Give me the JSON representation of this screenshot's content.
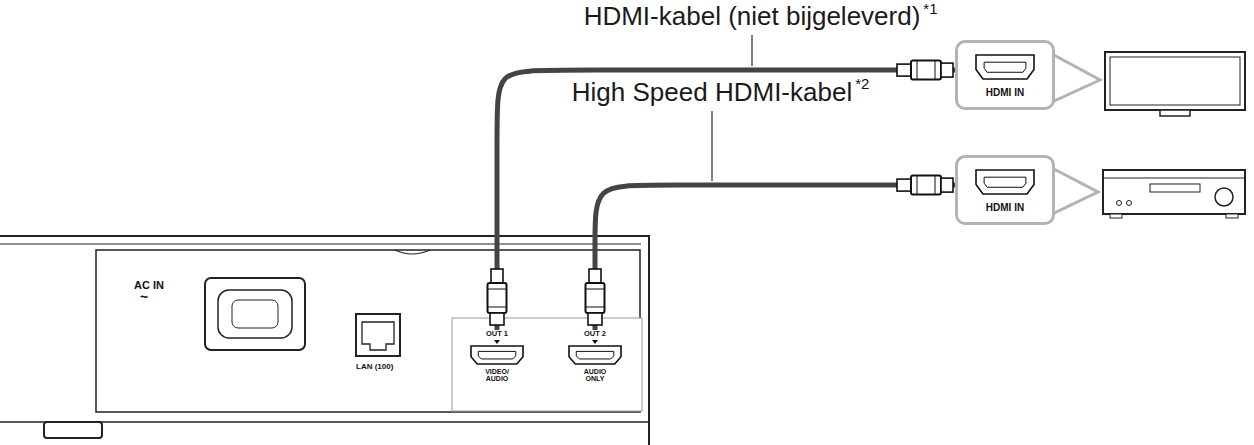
{
  "diagram": {
    "nodes": [
      {
        "text": [
          "OUT 1",
          "VIDEO/ AUDIO"
        ]
      },
      {
        "text": [
          "OUT 2",
          "AUDIO ONLY"
        ]
      },
      {
        "text": [
          "HDMI IN"
        ]
      },
      {
        "text": [
          "HDMI IN"
        ]
      }
    ],
    "edges": [
      {
        "from": 0,
        "to": 2,
        "arrow": "none",
        "label": "HDMI-kabel (niet bijgeleverd)"
      },
      {
        "from": 1,
        "to": 3,
        "arrow": "none",
        "label": "High Speed HDMI-kabel"
      }
    ],
    "labels": [
      "*1",
      "*2",
      "AC IN",
      "~",
      "LAN (100)"
    ]
  }
}
